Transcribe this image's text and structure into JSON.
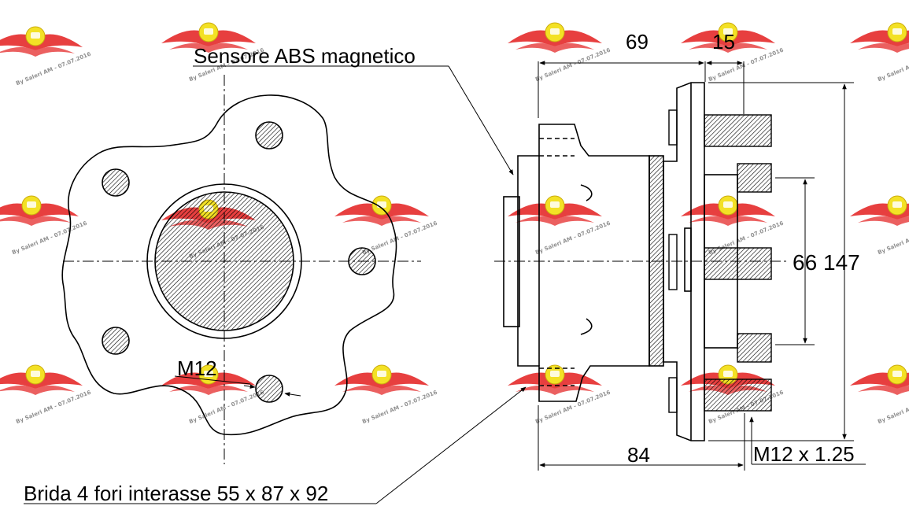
{
  "labels": {
    "abs_sensor": "Sensore ABS magnetico",
    "flange": "Brida 4 fori interasse 55 x 87 x 92",
    "bolt_thread_front": "M12",
    "thread_spec": "M12 x 1.25"
  },
  "dimensions": {
    "width_top": "69",
    "flange_thickness": "15",
    "stud_spacing": "66",
    "overall_diameter": "147",
    "overall_length": "84"
  },
  "watermark": {
    "text": "By Saleri AM - 07.07.2016",
    "icon": "saleri-wing-logo-icon",
    "color": "#e01010",
    "accent": "#f3e01a"
  },
  "colors": {
    "ink": "#000000",
    "background": "#ffffff"
  }
}
